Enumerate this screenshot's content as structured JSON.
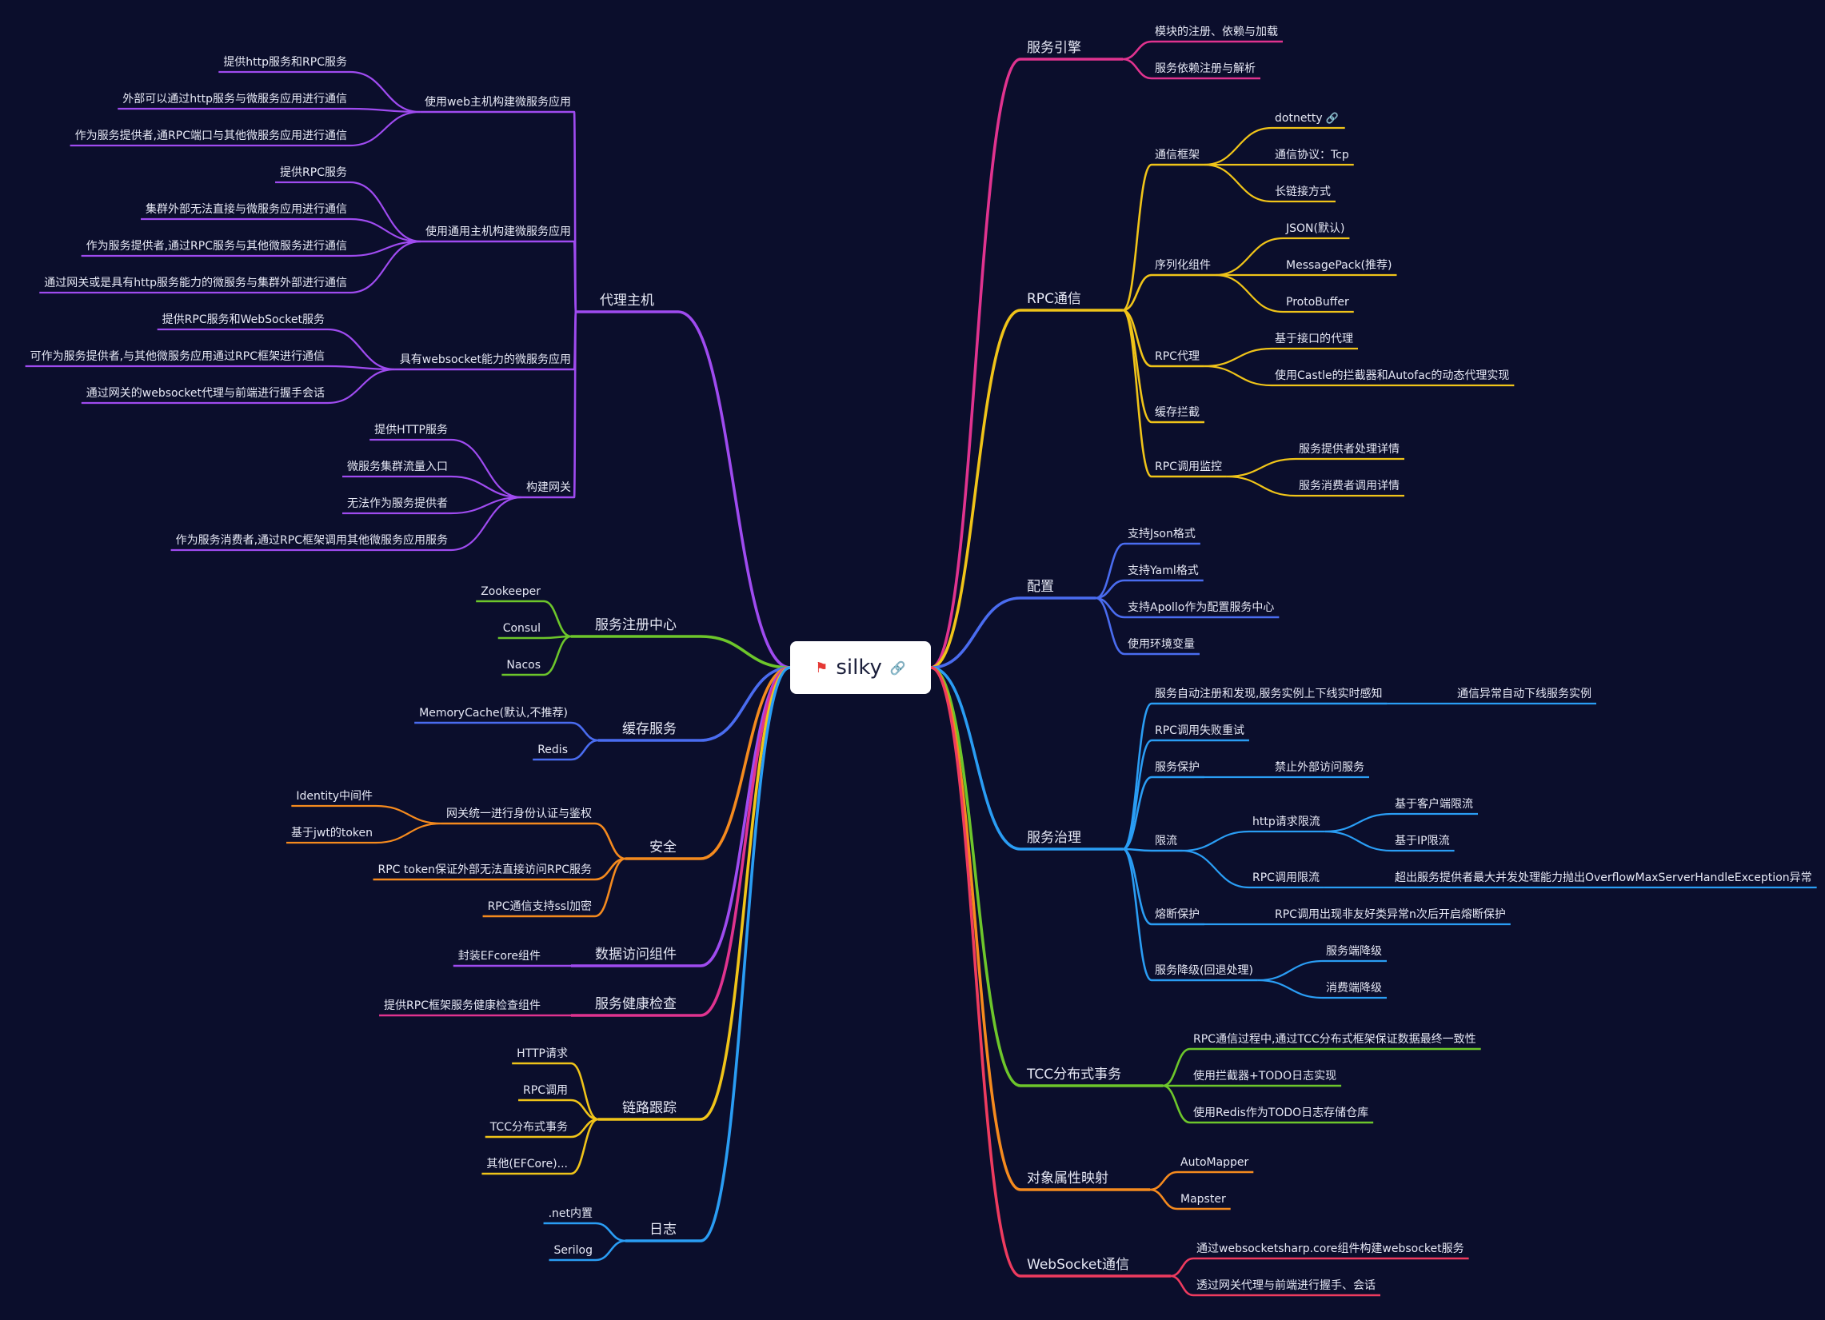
{
  "root": {
    "label": "silky"
  },
  "colors": {
    "background": "#0b0e2c",
    "purple": "#9f4bf0",
    "green": "#6dc62b",
    "blue": "#4a6cf0",
    "orange": "#f58a1e",
    "magenta": "#e0338f",
    "yellow": "#f0c419",
    "sky": "#2a9df4",
    "red": "#ee3b5f"
  },
  "icons": {
    "root_flag": "flag-icon",
    "root_link": "link-icon",
    "dotnetty_link": "link-icon"
  },
  "left": [
    {
      "id": "proxy-host",
      "label": "代理主机",
      "color": "#9f4bf0",
      "children": [
        {
          "label": "使用web主机构建微服务应用",
          "children": [
            {
              "label": "提供http服务和RPC服务"
            },
            {
              "label": "外部可以通过http服务与微服务应用进行通信"
            },
            {
              "label": "作为服务提供者,通RPC端口与其他微服务应用进行通信"
            }
          ]
        },
        {
          "label": "使用通用主机构建微服务应用",
          "children": [
            {
              "label": "提供RPC服务"
            },
            {
              "label": "集群外部无法直接与微服务应用进行通信"
            },
            {
              "label": "作为服务提供者,通过RPC服务与其他微服务进行通信"
            },
            {
              "label": "通过网关或是具有http服务能力的微服务与集群外部进行通信"
            }
          ]
        },
        {
          "label": "具有websocket能力的微服务应用",
          "children": [
            {
              "label": "提供RPC服务和WebSocket服务"
            },
            {
              "label": "可作为服务提供者,与其他微服务应用通过RPC框架进行通信"
            },
            {
              "label": "通过网关的websocket代理与前端进行握手会话"
            }
          ]
        },
        {
          "label": "构建网关",
          "children": [
            {
              "label": "提供HTTP服务"
            },
            {
              "label": "微服务集群流量入口"
            },
            {
              "label": "无法作为服务提供者"
            },
            {
              "label": "作为服务消费者,通过RPC框架调用其他微服务应用服务"
            }
          ]
        }
      ]
    },
    {
      "id": "registry",
      "label": "服务注册中心",
      "color": "#6dc62b",
      "children": [
        {
          "label": "Zookeeper"
        },
        {
          "label": "Consul"
        },
        {
          "label": "Nacos"
        }
      ]
    },
    {
      "id": "cache",
      "label": "缓存服务",
      "color": "#4a6cf0",
      "children": [
        {
          "label": "MemoryCache(默认,不推荐)"
        },
        {
          "label": "Redis"
        }
      ]
    },
    {
      "id": "security",
      "label": "安全",
      "color": "#f58a1e",
      "children": [
        {
          "label": "网关统一进行身份认证与鉴权",
          "children": [
            {
              "label": "Identity中间件"
            },
            {
              "label": "基于jwt的token"
            }
          ]
        },
        {
          "label": "RPC token保证外部无法直接访问RPC服务"
        },
        {
          "label": "RPC通信支持ssl加密"
        }
      ]
    },
    {
      "id": "data-access",
      "label": "数据访问组件",
      "color": "#9f4bf0",
      "children": [
        {
          "label": "封装EFcore组件"
        }
      ]
    },
    {
      "id": "health",
      "label": "服务健康检查",
      "color": "#e0338f",
      "children": [
        {
          "label": "提供RPC框架服务健康检查组件"
        }
      ]
    },
    {
      "id": "tracing",
      "label": "链路跟踪",
      "color": "#f0c419",
      "children": [
        {
          "label": "HTTP请求"
        },
        {
          "label": "RPC调用"
        },
        {
          "label": "TCC分布式事务"
        },
        {
          "label": "其他(EFCore)..."
        }
      ]
    },
    {
      "id": "logging",
      "label": "日志",
      "color": "#2a9df4",
      "children": [
        {
          "label": ".net内置"
        },
        {
          "label": "Serilog"
        }
      ]
    }
  ],
  "right": [
    {
      "id": "engine",
      "label": "服务引擎",
      "color": "#e0338f",
      "children": [
        {
          "label": "模块的注册、依赖与加载"
        },
        {
          "label": "服务依赖注册与解析"
        }
      ]
    },
    {
      "id": "rpc",
      "label": "RPC通信",
      "color": "#f0c419",
      "children": [
        {
          "label": "通信框架",
          "children": [
            {
              "label": "dotnetty",
              "link": true
            },
            {
              "label": "通信协议：Tcp"
            },
            {
              "label": "长链接方式"
            }
          ]
        },
        {
          "label": "序列化组件",
          "children": [
            {
              "label": "JSON(默认)"
            },
            {
              "label": "MessagePack(推荐)"
            },
            {
              "label": "ProtoBuffer"
            }
          ]
        },
        {
          "label": "RPC代理",
          "children": [
            {
              "label": "基于接口的代理"
            },
            {
              "label": "使用Castle的拦截器和Autofac的动态代理实现"
            }
          ]
        },
        {
          "label": "缓存拦截"
        },
        {
          "label": "RPC调用监控",
          "children": [
            {
              "label": "服务提供者处理详情"
            },
            {
              "label": "服务消费者调用详情"
            }
          ]
        }
      ]
    },
    {
      "id": "config",
      "label": "配置",
      "color": "#4a6cf0",
      "children": [
        {
          "label": "支持Json格式"
        },
        {
          "label": "支持Yaml格式"
        },
        {
          "label": "支持Apollo作为配置服务中心"
        },
        {
          "label": "使用环境变量"
        }
      ]
    },
    {
      "id": "governance",
      "label": "服务治理",
      "color": "#2a9df4",
      "children": [
        {
          "label": "服务自动注册和发现,服务实例上下线实时感知",
          "children": [
            {
              "label": "通信异常自动下线服务实例"
            }
          ]
        },
        {
          "label": "RPC调用失败重试"
        },
        {
          "label": "服务保护",
          "children": [
            {
              "label": "禁止外部访问服务"
            }
          ]
        },
        {
          "label": "限流",
          "children": [
            {
              "label": "http请求限流",
              "children": [
                {
                  "label": "基于客户端限流"
                },
                {
                  "label": "基于IP限流"
                }
              ]
            },
            {
              "label": "RPC调用限流",
              "children": [
                {
                  "label": "超出服务提供者最大并发处理能力抛出OverflowMaxServerHandleException异常"
                }
              ]
            }
          ]
        },
        {
          "label": "熔断保护",
          "children": [
            {
              "label": "RPC调用出现非友好类异常n次后开启熔断保护"
            }
          ]
        },
        {
          "label": "服务降级(回退处理)",
          "children": [
            {
              "label": "服务端降级"
            },
            {
              "label": "消费端降级"
            }
          ]
        }
      ]
    },
    {
      "id": "tcc",
      "label": "TCC分布式事务",
      "color": "#6dc62b",
      "children": [
        {
          "label": "RPC通信过程中,通过TCC分布式框架保证数据最终一致性"
        },
        {
          "label": "使用拦截器+TODO日志实现"
        },
        {
          "label": "使用Redis作为TODO日志存储仓库"
        }
      ]
    },
    {
      "id": "mapping",
      "label": "对象属性映射",
      "color": "#f58a1e",
      "children": [
        {
          "label": "AutoMapper"
        },
        {
          "label": "Mapster"
        }
      ]
    },
    {
      "id": "websocket",
      "label": "WebSocket通信",
      "color": "#ee3b5f",
      "children": [
        {
          "label": "通过websocketsharp.core组件构建websocket服务"
        },
        {
          "label": "透过网关代理与前端进行握手、会话"
        }
      ]
    }
  ]
}
